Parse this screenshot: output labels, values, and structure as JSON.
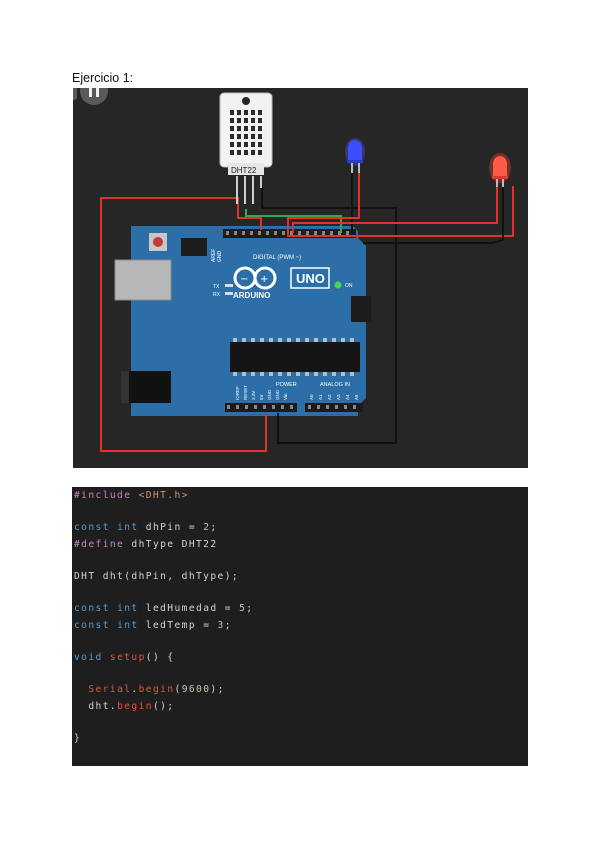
{
  "document": {
    "heading": "Ejercicio 1:"
  },
  "simulator": {
    "pause_icon": "pause-icon",
    "sensor": {
      "label": "DHT22"
    },
    "board": {
      "brand_text": "ARDUINO",
      "model_text": "UNO",
      "digital_label": "DIGITAL (PWM ~)",
      "analog_label": "ANALOG IN",
      "power_label": "POWER",
      "aref_label": "AREF",
      "gnd_label": "GND",
      "tx_label": "TX",
      "rx_label": "RX",
      "on_label": "ON",
      "power_pins": [
        "IOREF",
        "RESET",
        "3.3V",
        "5V",
        "GND",
        "GND",
        "Vin"
      ],
      "analog_pins": [
        "A0",
        "A1",
        "A2",
        "A3",
        "A4",
        "A5"
      ]
    },
    "colors": {
      "background": "#262626",
      "board": "#2c6fa8",
      "wire_red": "#e0322b",
      "wire_black": "#111111",
      "wire_green": "#3aa64a",
      "led_blue": "#4a5cff",
      "led_red": "#ff4a3a"
    }
  },
  "code": {
    "lines": [
      [
        {
          "t": "#include ",
          "c": "pp"
        },
        {
          "t": "<DHT.h>",
          "c": "str"
        }
      ],
      [],
      [
        {
          "t": "const ",
          "c": "kw"
        },
        {
          "t": "int ",
          "c": "kw"
        },
        {
          "t": "dhPin = ",
          "c": "id"
        },
        {
          "t": "2",
          "c": "num"
        },
        {
          "t": ";",
          "c": "id"
        }
      ],
      [
        {
          "t": "#define ",
          "c": "pp"
        },
        {
          "t": "dhType DHT22",
          "c": "id"
        }
      ],
      [],
      [
        {
          "t": "DHT dht(dhPin, dhType);",
          "c": "id"
        }
      ],
      [],
      [
        {
          "t": "const ",
          "c": "kw"
        },
        {
          "t": "int ",
          "c": "kw"
        },
        {
          "t": "ledHumedad = ",
          "c": "id"
        },
        {
          "t": "5",
          "c": "num"
        },
        {
          "t": ";",
          "c": "id"
        }
      ],
      [
        {
          "t": "const ",
          "c": "kw"
        },
        {
          "t": "int ",
          "c": "kw"
        },
        {
          "t": "ledTemp = ",
          "c": "id"
        },
        {
          "t": "3",
          "c": "num"
        },
        {
          "t": ";",
          "c": "id"
        }
      ],
      [],
      [
        {
          "t": "void ",
          "c": "kw"
        },
        {
          "t": "setup",
          "c": "obj"
        },
        {
          "t": "() {",
          "c": "id"
        }
      ],
      [],
      [
        {
          "t": "  ",
          "c": "id"
        },
        {
          "t": "Serial",
          "c": "obj"
        },
        {
          "t": ".",
          "c": "id"
        },
        {
          "t": "begin",
          "c": "obj"
        },
        {
          "t": "(",
          "c": "id"
        },
        {
          "t": "9600",
          "c": "num"
        },
        {
          "t": ");",
          "c": "id"
        }
      ],
      [
        {
          "t": "  dht.",
          "c": "id"
        },
        {
          "t": "begin",
          "c": "obj"
        },
        {
          "t": "();",
          "c": "id"
        }
      ],
      [],
      [
        {
          "t": "}",
          "c": "id"
        }
      ]
    ]
  }
}
